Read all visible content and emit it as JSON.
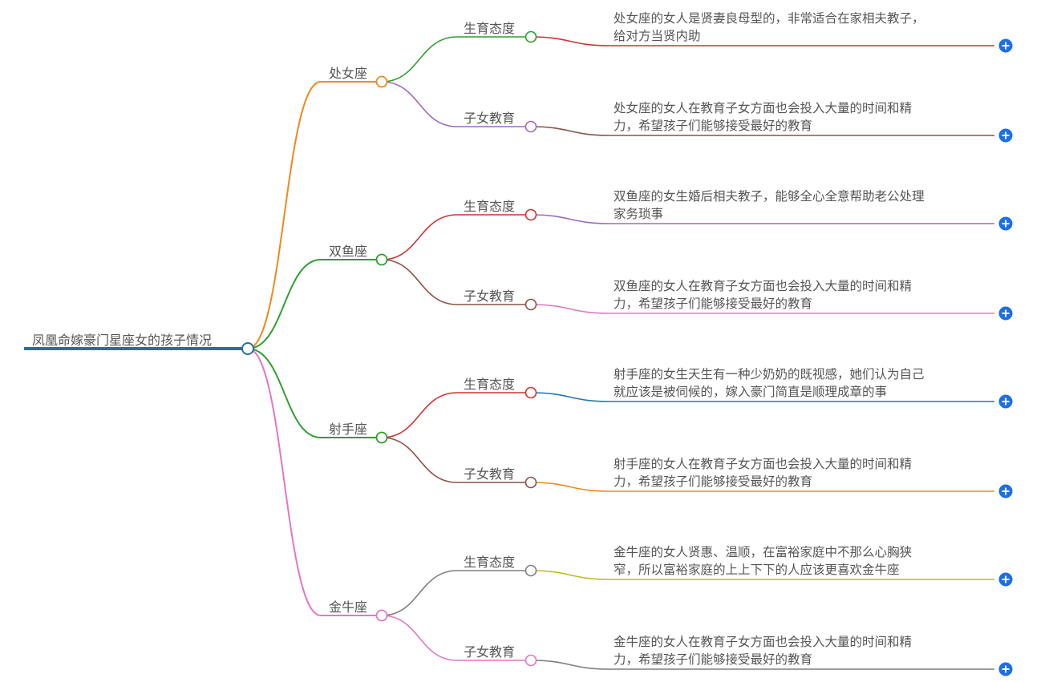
{
  "root": {
    "label": "凤凰命嫁豪门星座女的孩子情况",
    "color": "#2a6f97"
  },
  "branches": [
    {
      "label": "处女座",
      "color": "#f0891c",
      "children": [
        {
          "label": "生育态度",
          "color": "#2f9e2f",
          "leaf_color": "#cc3333",
          "leaf": [
            "处女座的女人是贤妻良母型的，非常适合在家相夫教子，",
            "给对方当贤内助"
          ]
        },
        {
          "label": "子女教育",
          "color": "#9b6bbf",
          "leaf_color": "#8b5145",
          "leaf": [
            "处女座的女人在教育子女方面也会投入大量的时间和精",
            "力，希望孩子们能够接受最好的教育"
          ]
        }
      ]
    },
    {
      "label": "双鱼座",
      "color": "#2f9e2f",
      "children": [
        {
          "label": "生育态度",
          "color": "#cc3333",
          "leaf_color": "#9b6bbf",
          "leaf": [
            "双鱼座的女生婚后相夫教子，能够全心全意帮助老公处理",
            "家务琐事"
          ]
        },
        {
          "label": "子女教育",
          "color": "#8b5145",
          "leaf_color": "#e377c2",
          "leaf": [
            "双鱼座的女人在教育子女方面也会投入大量的时间和精",
            "力，希望孩子们能够接受最好的教育"
          ]
        }
      ]
    },
    {
      "label": "射手座",
      "color": "#2f9e2f",
      "children": [
        {
          "label": "生育态度",
          "color": "#cc3333",
          "leaf_color": "#1f77b4",
          "leaf": [
            "射手座的女生天生有一种少奶奶的既视感，她们认为自己",
            "就应该是被伺候的，嫁入豪门简直是顺理成章的事"
          ]
        },
        {
          "label": "子女教育",
          "color": "#8b5145",
          "leaf_color": "#f0891c",
          "leaf": [
            "射手座的女人在教育子女方面也会投入大量的时间和精",
            "力，希望孩子们能够接受最好的教育"
          ]
        }
      ]
    },
    {
      "label": "金牛座",
      "color": "#e377c2",
      "children": [
        {
          "label": "生育态度",
          "color": "#7f7f7f",
          "leaf_color": "#bcbd22",
          "leaf": [
            "金牛座的女人贤惠、温顺，在富裕家庭中不那么心胸狭",
            "窄，所以富裕家庭的上上下下的人应该更喜欢金牛座"
          ]
        },
        {
          "label": "子女教育",
          "color": "#e377c2",
          "leaf_color": "#7f7f7f",
          "leaf": [
            "金牛座的女人在教育子女方面也会投入大量的时间和精",
            "力，希望孩子们能够接受最好的教育"
          ]
        }
      ]
    }
  ],
  "expand_button_color": "#1a6fe8"
}
